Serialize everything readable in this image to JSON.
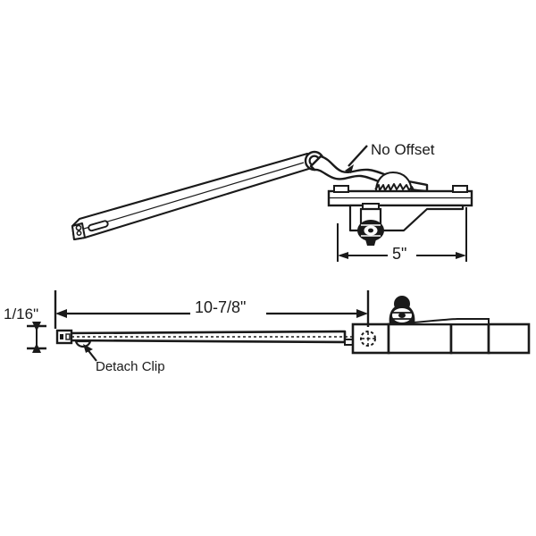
{
  "figure": {
    "title": "Casement Window Operator Assembly Diagram",
    "background_color": "#ffffff",
    "line_color": "#1a1a1a",
    "fill_color": "#ffffff"
  },
  "annotations": {
    "no_offset": {
      "text": "No Offset",
      "leader": "arrow pointing down-left to operator arm linkage"
    },
    "detach_clip": {
      "text": "Detach Clip",
      "leader": "arrow pointing up-left to clip on arm underside"
    }
  },
  "dimensions": {
    "arm_projection": {
      "label": "5\"",
      "description": "horizontal dimension below operator base plate",
      "arrow_style": "double-ended with extension lines"
    },
    "overall_length": {
      "label": "10-7/8\"",
      "description": "overall arm length in plan view",
      "arrow_style": "double-ended with extension lines"
    },
    "clip_thickness": {
      "label": "1/16\"",
      "description": "small vertical dimension at left end of arm",
      "arrow_style": "double-ended vertical between two horizontal ticks"
    }
  },
  "views": {
    "upper": {
      "name": "perspective-view",
      "parts": [
        "extension arm",
        "pivot joint",
        "linkage arm",
        "sector gear",
        "operator base plate",
        "mounting tabs",
        "crank spindle housing",
        "crank knob"
      ]
    },
    "lower": {
      "name": "plan-view",
      "parts": [
        "flat arm bar",
        "detach clip",
        "arm end clip",
        "centerline",
        "pivot rivet",
        "operator housing body",
        "crank knob top",
        "housing segments"
      ]
    }
  }
}
